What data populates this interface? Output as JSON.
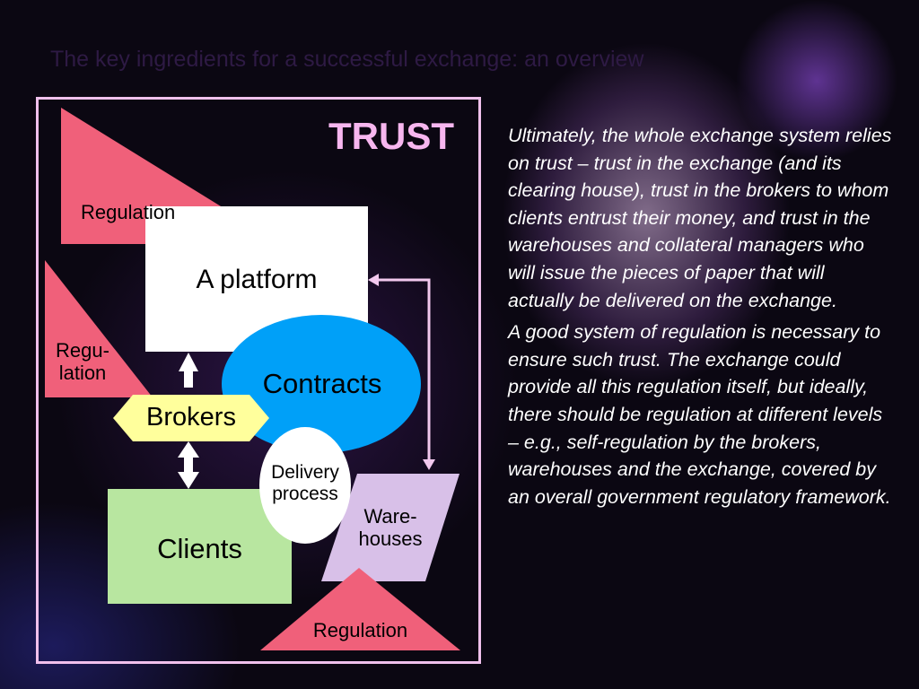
{
  "slide": {
    "title": "The key ingredients for a successful exchange: an overview"
  },
  "diagram": {
    "trust_label": "TRUST",
    "regulation_top": "Regulation",
    "regulation_left_line1": "Regu-",
    "regulation_left_line2": "lation",
    "regulation_bottom": "Regulation",
    "platform": "A platform",
    "contracts": "Contracts",
    "brokers": "Brokers",
    "delivery_line1": "Delivery",
    "delivery_line2": "process",
    "clients": "Clients",
    "warehouses_line1": "Ware-",
    "warehouses_line2": "houses"
  },
  "description": {
    "paragraph1": "Ultimately, the whole exchange system relies on trust – trust in the exchange (and its clearing house), trust in the brokers to whom clients entrust their money, and trust in the warehouses and collateral managers who will issue the pieces of paper that will actually be delivered on the exchange.",
    "paragraph2": "A good system of regulation is necessary to ensure such trust.  The exchange could provide all this regulation itself, but ideally, there should be regulation at different levels – e.g., self-regulation by the brokers, warehouses and the exchange, covered by an overall government regulatory framework."
  },
  "colors": {
    "regulation_fill": "#f0607a",
    "platform_fill": "#ffffff",
    "contracts_fill": "#00a0f8",
    "brokers_fill": "#ffff9c",
    "clients_fill": "#b8e6a0",
    "warehouses_fill": "#d8c0e8",
    "trust_text": "#f7b6ef",
    "frame_border": "#f0c0ec"
  }
}
